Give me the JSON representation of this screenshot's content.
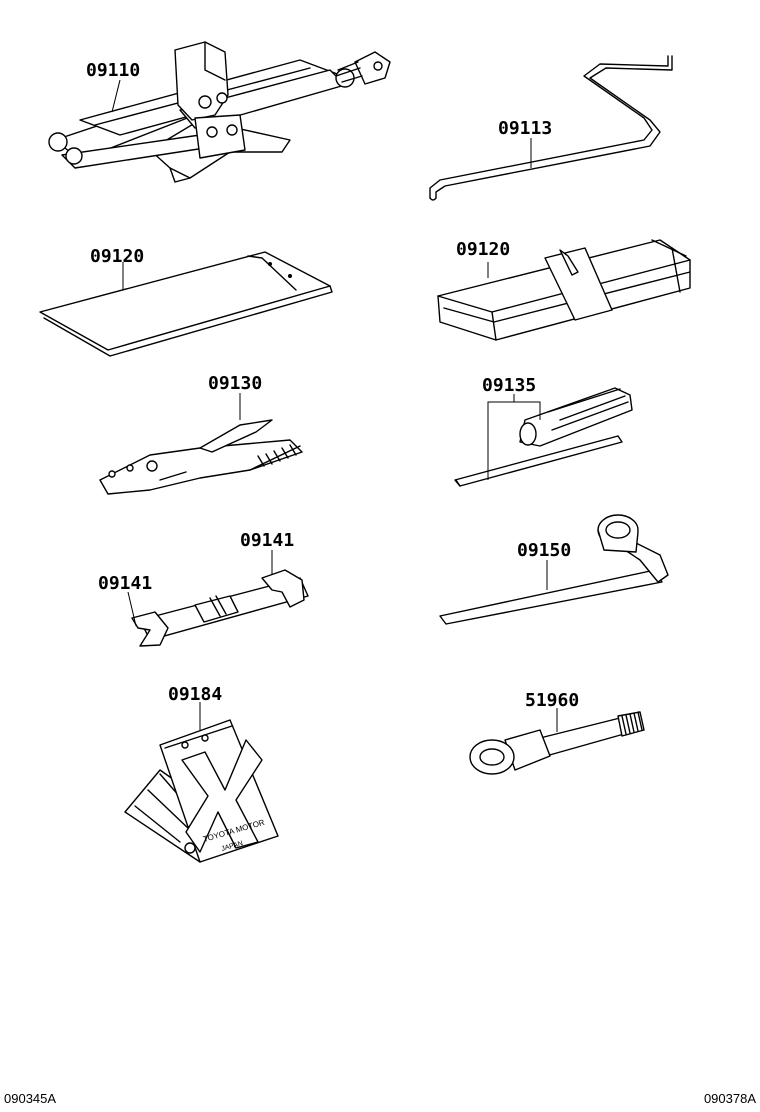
{
  "parts": [
    {
      "key": "jack",
      "number": "09110"
    },
    {
      "key": "jack_handle",
      "number": "09113"
    },
    {
      "key": "tool_bag_flat",
      "number": "09120"
    },
    {
      "key": "tool_bag_rolled",
      "number": "09120"
    },
    {
      "key": "pliers",
      "number": "09130"
    },
    {
      "key": "screwdriver",
      "number": "09135"
    },
    {
      "key": "wrench_upper",
      "number": "09141"
    },
    {
      "key": "wrench_lower",
      "number": "09141"
    },
    {
      "key": "wheel_nut_wrench",
      "number": "09150"
    },
    {
      "key": "wheel_chock",
      "number": "09184"
    },
    {
      "key": "towing_eye",
      "number": "51960"
    }
  ],
  "chock_stamp": [
    "TOYOTA MOTOR",
    "JAPAN"
  ],
  "footer": {
    "left_code": "090345A",
    "right_code": "090378A"
  }
}
